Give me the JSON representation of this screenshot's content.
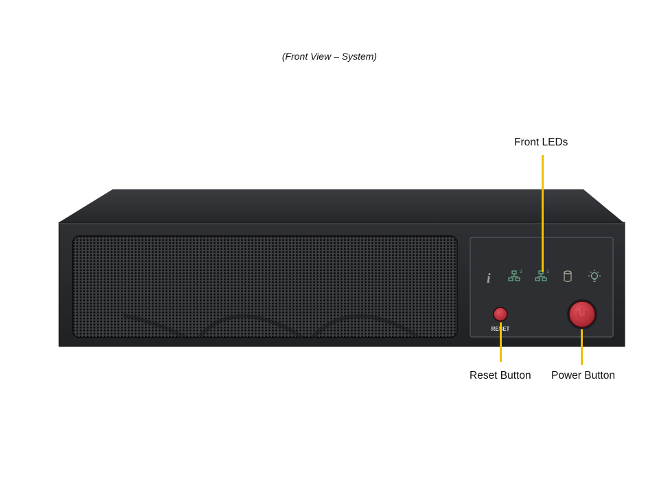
{
  "caption": "(Front View – System)",
  "callouts": {
    "front_leds": "Front LEDs",
    "reset_button": "Reset Button",
    "power_button": "Power Button"
  },
  "panel": {
    "reset_text": "RESET",
    "info_glyph": "i",
    "led_icons": [
      "info-icon",
      "lan2-icon",
      "lan1-icon",
      "hdd-icon",
      "overheat-icon"
    ]
  },
  "colors": {
    "leader": "#f0c000",
    "chassis": "#2b2d2f",
    "button_red": "#c8323c",
    "led_icon": "#6aa889"
  }
}
